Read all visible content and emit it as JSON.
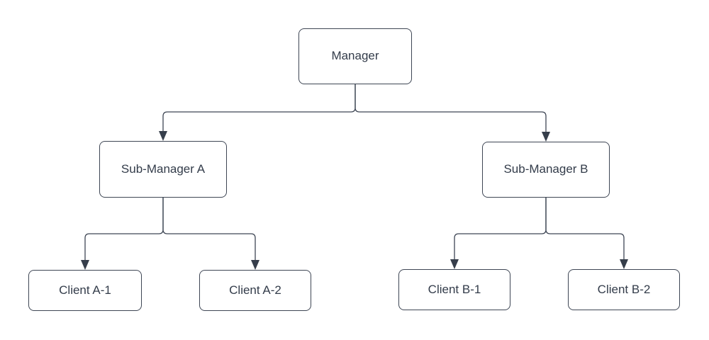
{
  "diagram": {
    "kind": "org-chart",
    "colors": {
      "background": "#ffffff",
      "node_fill": "#ffffff",
      "node_border": "#3E4654",
      "connector": "#3E4654",
      "arrowhead": "#363E4B",
      "text": "#333C4A"
    },
    "nodes": {
      "manager": {
        "label": "Manager"
      },
      "sub_a": {
        "label": "Sub-Manager A"
      },
      "sub_b": {
        "label": "Sub-Manager B"
      },
      "client_a1": {
        "label": "Client A-1"
      },
      "client_a2": {
        "label": "Client A-2"
      },
      "client_b1": {
        "label": "Client B-1"
      },
      "client_b2": {
        "label": "Client B-2"
      }
    },
    "edges": [
      {
        "from": "Manager",
        "to": "Sub-Manager A",
        "arrow": "to"
      },
      {
        "from": "Manager",
        "to": "Sub-Manager B",
        "arrow": "to"
      },
      {
        "from": "Sub-Manager A",
        "to": "Client A-1",
        "arrow": "to"
      },
      {
        "from": "Sub-Manager A",
        "to": "Client A-2",
        "arrow": "to"
      },
      {
        "from": "Sub-Manager B",
        "to": "Client B-1",
        "arrow": "to"
      },
      {
        "from": "Sub-Manager B",
        "to": "Client B-2",
        "arrow": "to"
      }
    ]
  }
}
